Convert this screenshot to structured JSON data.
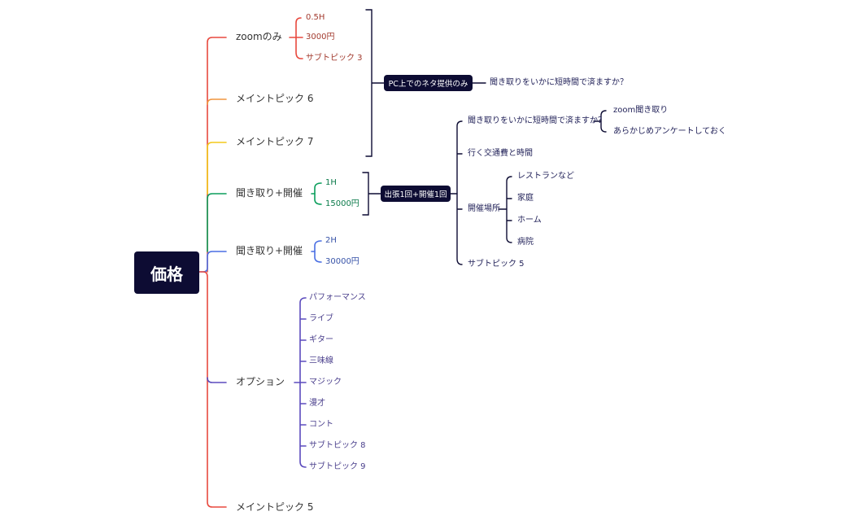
{
  "root": {
    "label": "価格"
  },
  "branches": {
    "zoom": {
      "label": "zoomのみ",
      "items": [
        "0.5H",
        "3000円",
        "サブトピック 3"
      ]
    },
    "main6": {
      "label": "メイントピック 6"
    },
    "main7": {
      "label": "メイントピック 7"
    },
    "hold1": {
      "label": "聞き取り+開催",
      "items": [
        "1H",
        "15000円"
      ]
    },
    "hold2": {
      "label": "聞き取り+開催",
      "items": [
        "2H",
        "30000円"
      ]
    },
    "option": {
      "label": "オプション",
      "items": [
        "パフォーマンス",
        "ライブ",
        "ギター",
        "三味線",
        "マジック",
        "漫才",
        "コント",
        "サブトピック 8",
        "サブトピック 9"
      ]
    },
    "main5": {
      "label": "メイントピック 5"
    }
  },
  "pc_group": {
    "box": "PC上でのネタ提供のみ",
    "child": "聞き取りをいかに短時間で済ますか？"
  },
  "trip_group": {
    "box": "出張1回+開催1回",
    "question": {
      "label": "聞き取りをいかに短時間で済ますか？",
      "children": [
        "zoom聞き取り",
        "あらかじめアンケートしておく"
      ]
    },
    "transport": "行く交通費と時間",
    "venue": {
      "label": "開催場所",
      "children": [
        "レストランなど",
        "家庭",
        "ホーム",
        "病院"
      ]
    },
    "sub5": "サブトピック 5"
  },
  "colors": {
    "root": "#0d0c33",
    "red": "#e8493e",
    "orange": "#f0963f",
    "yellow": "#f3c91c",
    "green": "#0b9e5c",
    "blue": "#4a6fe3",
    "purple": "#5b4bbd",
    "navy": "#0d0c33"
  }
}
